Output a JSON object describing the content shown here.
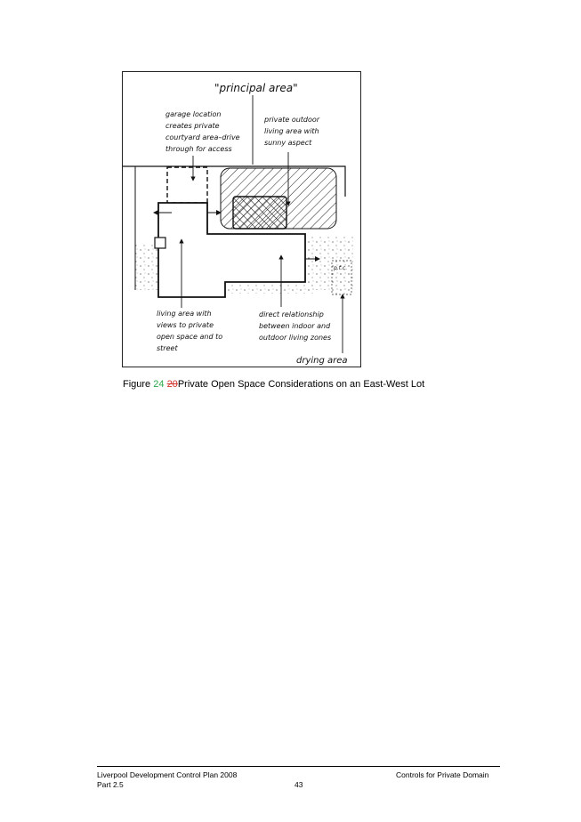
{
  "figure": {
    "principal_area_label": "\"principal area\"",
    "garage_note": [
      "garage location",
      "creates private",
      "courtyard area–drive",
      "through for access"
    ],
    "outdoor_note": [
      "private outdoor",
      "living area with",
      "sunny aspect"
    ],
    "living_note": [
      "living area with",
      "views to private",
      "open space and to",
      "street"
    ],
    "relationship_note": [
      "direct relationship",
      "between indoor and",
      "outdoor living zones"
    ],
    "drying_label": "drying area",
    "dot_label": "p.t.c."
  },
  "caption": {
    "prefix": "Figure ",
    "new_number": "24",
    "old_number": "20",
    "title": "Private Open Space Considerations on an East-West Lot"
  },
  "footer": {
    "left_line1": "Liverpool Development Control Plan 2008",
    "left_line2": "Part 2.5",
    "right": "Controls for Private Domain",
    "page_number": "43"
  },
  "colors": {
    "new_number": "#2aa84a",
    "old_number": "#d2342c"
  }
}
